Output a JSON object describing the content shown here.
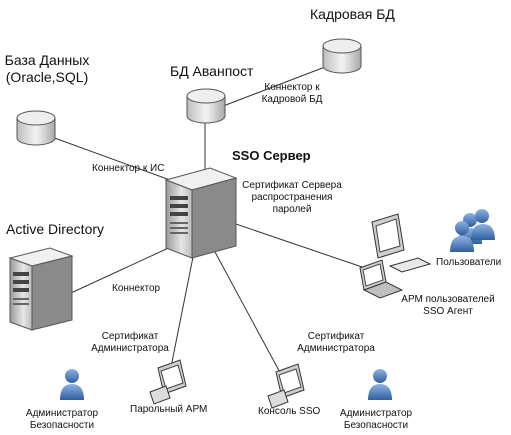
{
  "labels": {
    "hr_db": "Кадровая БД",
    "db_line1": "База Данных",
    "db_line2": "(Oracle,SQL)",
    "avanpost_db": "БД Аванпост",
    "hr_connector_line1": "Коннектор к",
    "hr_connector_line2": "Кадровой БД",
    "is_connector": "Коннектор к ИС",
    "sso_server": "SSO Сервер",
    "cert_server_line1": "Сертификат Сервера",
    "cert_server_line2": "распространения",
    "cert_server_line3": "паролей",
    "active_directory": "Active Directory",
    "connector": "Коннектор",
    "users": "Пользователи",
    "arm_users_line1": "АРМ пользователей",
    "arm_users_line2": "SSO Агент",
    "cert_admin_left_line1": "Сертификат",
    "cert_admin_left_line2": "Администратора",
    "cert_admin_right_line1": "Сертификат",
    "cert_admin_right_line2": "Администратора",
    "password_arm": "Парольный АРМ",
    "sso_console": "Консоль SSO",
    "admin_left_line1": "Администратор",
    "admin_left_line2": "Безопасности",
    "admin_right_line1": "Администратор",
    "admin_right_line2": "Безопасности"
  },
  "colors": {
    "line": "#333333",
    "server_body": "#d9d9d9",
    "server_dark": "#555555",
    "person": "#3d6fb5",
    "person_light": "#7ea4d8"
  }
}
